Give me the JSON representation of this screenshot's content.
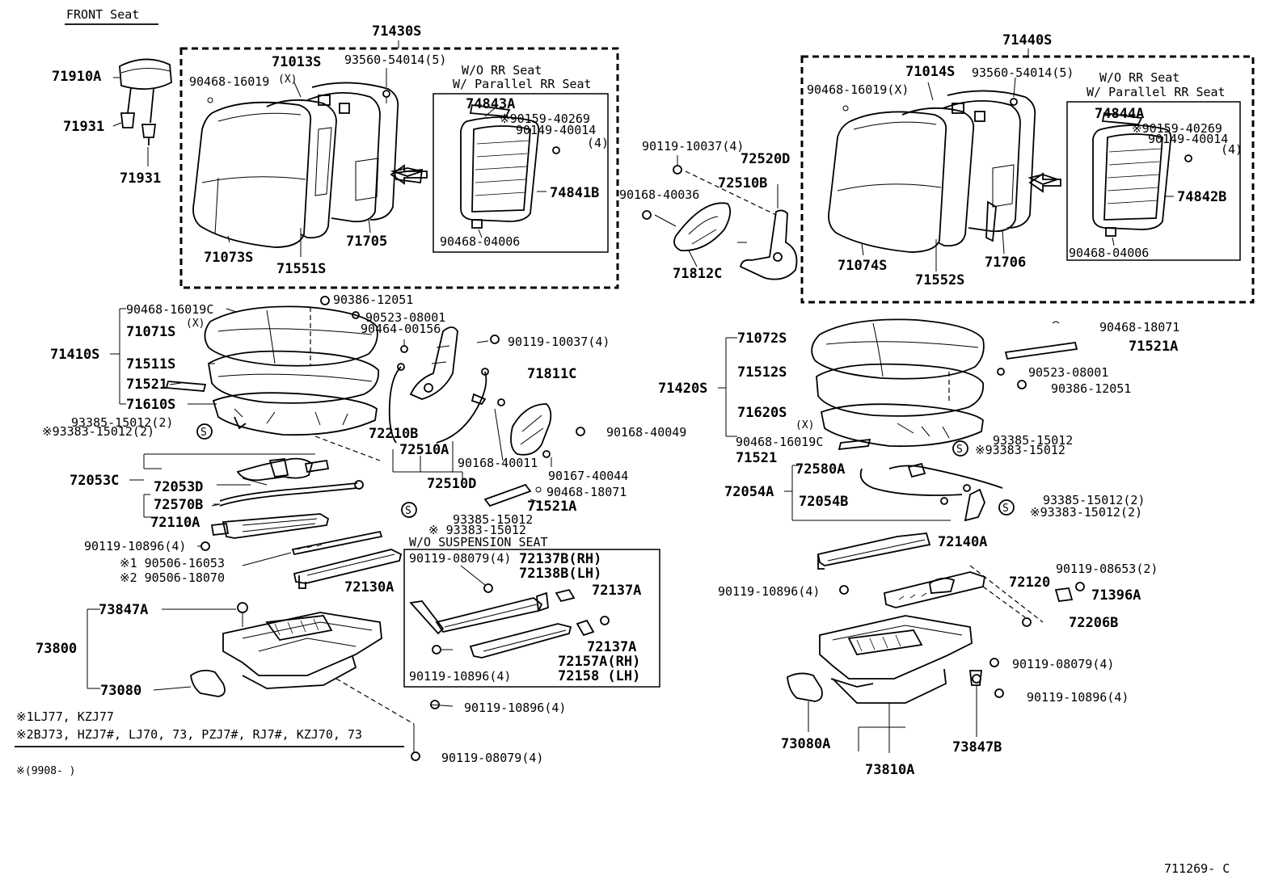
{
  "header": {
    "title": "FRONT Seat",
    "figure_id": "711269- C"
  },
  "notes": {
    "n1": "※1LJ77, KZJ77",
    "n2": "※2BJ73, HZJ7#, LJ70, 73, PZJ7#, RJ7#, KZJ70, 73",
    "n3": "※(9908-        )"
  },
  "groups": {
    "g71430S": "71430S",
    "g71440S": "71440S",
    "wo_rr_left_1": "W/O RR Seat",
    "wo_rr_left_2": "W/ Parallel RR Seat",
    "wo_rr_right_1": "W/O RR Seat",
    "wo_rr_right_2": "W/ Parallel RR Seat",
    "wo_susp": "W/O SUSPENSION SEAT"
  },
  "labels": [
    {
      "id": "l1",
      "text": "71910A"
    },
    {
      "id": "l2",
      "text": "71931"
    },
    {
      "id": "l3",
      "text": "71931"
    },
    {
      "id": "l4",
      "text": "90468-16019"
    },
    {
      "id": "l5",
      "text": "(X)"
    },
    {
      "id": "l6",
      "text": "71013S"
    },
    {
      "id": "l7",
      "text": "93560-54014(5)"
    },
    {
      "id": "l8",
      "text": "74843A"
    },
    {
      "id": "l9",
      "text": "※90159-40269"
    },
    {
      "id": "l10",
      "text": "90149-40014"
    },
    {
      "id": "l11",
      "text": "(4)"
    },
    {
      "id": "l12",
      "text": "74841B"
    },
    {
      "id": "l13",
      "text": "90468-04006"
    },
    {
      "id": "l14",
      "text": "71073S"
    },
    {
      "id": "l15",
      "text": "71551S"
    },
    {
      "id": "l16",
      "text": "71705"
    },
    {
      "id": "l17",
      "text": "90119-10037(4)"
    },
    {
      "id": "l18",
      "text": "72520D"
    },
    {
      "id": "l19",
      "text": "72510B"
    },
    {
      "id": "l20",
      "text": "90168-40036"
    },
    {
      "id": "l21",
      "text": "71812C"
    },
    {
      "id": "l22",
      "text": "90468-16019(X)"
    },
    {
      "id": "l23",
      "text": "71014S"
    },
    {
      "id": "l24",
      "text": "93560-54014(5)"
    },
    {
      "id": "l25",
      "text": "74844A"
    },
    {
      "id": "l26",
      "text": "※90159-40269"
    },
    {
      "id": "l27",
      "text": "90149-40014"
    },
    {
      "id": "l28",
      "text": "(4)"
    },
    {
      "id": "l29",
      "text": "74842B"
    },
    {
      "id": "l30",
      "text": "90468-04006"
    },
    {
      "id": "l31",
      "text": "71074S"
    },
    {
      "id": "l32",
      "text": "71552S"
    },
    {
      "id": "l33",
      "text": "71706"
    },
    {
      "id": "l34",
      "text": "90386-12051"
    },
    {
      "id": "l35",
      "text": "90468-16019C"
    },
    {
      "id": "l36",
      "text": "90523-08001"
    },
    {
      "id": "l37",
      "text": "71071S"
    },
    {
      "id": "l38",
      "text": "(X)"
    },
    {
      "id": "l39",
      "text": "90464-00156"
    },
    {
      "id": "l40",
      "text": "90119-10037(4)"
    },
    {
      "id": "l41",
      "text": "71410S"
    },
    {
      "id": "l42",
      "text": "71511S"
    },
    {
      "id": "l43",
      "text": "71521"
    },
    {
      "id": "l44",
      "text": "71610S"
    },
    {
      "id": "l45",
      "text": "71811C"
    },
    {
      "id": "l46",
      "text": "93385-15012(2)"
    },
    {
      "id": "l47",
      "text": "※93383-15012(2)"
    },
    {
      "id": "l48",
      "text": "72210B"
    },
    {
      "id": "l49",
      "text": "90168-40049"
    },
    {
      "id": "l50",
      "text": "72510A"
    },
    {
      "id": "l51",
      "text": "90168-40011"
    },
    {
      "id": "l52",
      "text": "90167-40044"
    },
    {
      "id": "l53",
      "text": "72053C"
    },
    {
      "id": "l54",
      "text": "72510D"
    },
    {
      "id": "l55",
      "text": "72053D"
    },
    {
      "id": "l56",
      "text": "90468-18071"
    },
    {
      "id": "l57",
      "text": "72570B"
    },
    {
      "id": "l58",
      "text": "71521A"
    },
    {
      "id": "l59",
      "text": "72110A"
    },
    {
      "id": "l60",
      "text": "93385-15012"
    },
    {
      "id": "l61",
      "text": "※ 93383-15012"
    },
    {
      "id": "l62",
      "text": "90119-10896(4)"
    },
    {
      "id": "l63",
      "text": "※1 90506-16053"
    },
    {
      "id": "l64",
      "text": "※2 90506-18070"
    },
    {
      "id": "l65",
      "text": "72130A"
    },
    {
      "id": "l66",
      "text": "90119-08079(4)"
    },
    {
      "id": "l67",
      "text": "72137B(RH)"
    },
    {
      "id": "l68",
      "text": "72138B(LH)"
    },
    {
      "id": "l69",
      "text": "72137A"
    },
    {
      "id": "l70",
      "text": "73847A"
    },
    {
      "id": "l71",
      "text": "73800"
    },
    {
      "id": "l72",
      "text": "72137A"
    },
    {
      "id": "l73",
      "text": "72157A(RH)"
    },
    {
      "id": "l74",
      "text": "72158 (LH)"
    },
    {
      "id": "l75",
      "text": "90119-10896(4)"
    },
    {
      "id": "l76",
      "text": "73080"
    },
    {
      "id": "l77",
      "text": "90119-10896(4)"
    },
    {
      "id": "l78",
      "text": "90119-08079(4)"
    },
    {
      "id": "l79",
      "text": "71072S"
    },
    {
      "id": "l80",
      "text": "90468-18071"
    },
    {
      "id": "l81",
      "text": "71521A"
    },
    {
      "id": "l82",
      "text": "71420S"
    },
    {
      "id": "l83",
      "text": "71512S"
    },
    {
      "id": "l84",
      "text": "90523-08001"
    },
    {
      "id": "l85",
      "text": "90386-12051"
    },
    {
      "id": "l86",
      "text": "71620S"
    },
    {
      "id": "l87",
      "text": "(X)"
    },
    {
      "id": "l88",
      "text": "90468-16019C"
    },
    {
      "id": "l89",
      "text": "71521"
    },
    {
      "id": "l90",
      "text": "72580A"
    },
    {
      "id": "l91",
      "text": "93385-15012"
    },
    {
      "id": "l92",
      "text": "※93383-15012"
    },
    {
      "id": "l93",
      "text": "72054A"
    },
    {
      "id": "l94",
      "text": "72054B"
    },
    {
      "id": "l95",
      "text": "93385-15012(2)"
    },
    {
      "id": "l96",
      "text": "※93383-15012(2)"
    },
    {
      "id": "l97",
      "text": "72140A"
    },
    {
      "id": "l98",
      "text": "90119-08653(2)"
    },
    {
      "id": "l99",
      "text": "72120"
    },
    {
      "id": "l100",
      "text": "90119-10896(4)"
    },
    {
      "id": "l101",
      "text": "71396A"
    },
    {
      "id": "l102",
      "text": "72206B"
    },
    {
      "id": "l103",
      "text": "90119-08079(4)"
    },
    {
      "id": "l104",
      "text": "90119-10896(4)"
    },
    {
      "id": "l105",
      "text": "73080A"
    },
    {
      "id": "l106",
      "text": "73847B"
    },
    {
      "id": "l107",
      "text": "73810A"
    }
  ]
}
